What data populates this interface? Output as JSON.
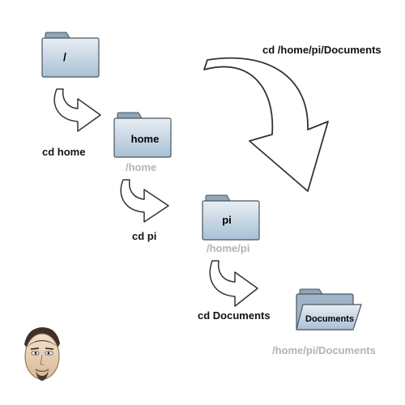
{
  "folders": {
    "root": {
      "label": "/"
    },
    "home": {
      "label": "home",
      "path": "/home"
    },
    "pi": {
      "label": "pi",
      "path": "/home/pi"
    },
    "documents": {
      "label": "Documents",
      "path": "/home/pi/Documents"
    }
  },
  "commands": {
    "cd_home": "cd home",
    "cd_pi": "cd pi",
    "cd_documents": "cd Documents",
    "cd_absolute": "cd /home/pi/Documents"
  },
  "colors": {
    "folder_top": "#e8eef4",
    "folder_bottom": "#a9c0d4",
    "folder_stroke": "#4a5560",
    "tab_fill": "#8fa5b8",
    "arrow_fill": "#ffffff",
    "arrow_stroke": "#333333",
    "command_text": "#111111",
    "path_text": "#b3b3b3"
  },
  "icons": {
    "folder": "folder-icon",
    "open_folder": "open-folder-icon",
    "arrow": "curved-arrow-icon",
    "avatar": "cartoon-face-avatar"
  }
}
